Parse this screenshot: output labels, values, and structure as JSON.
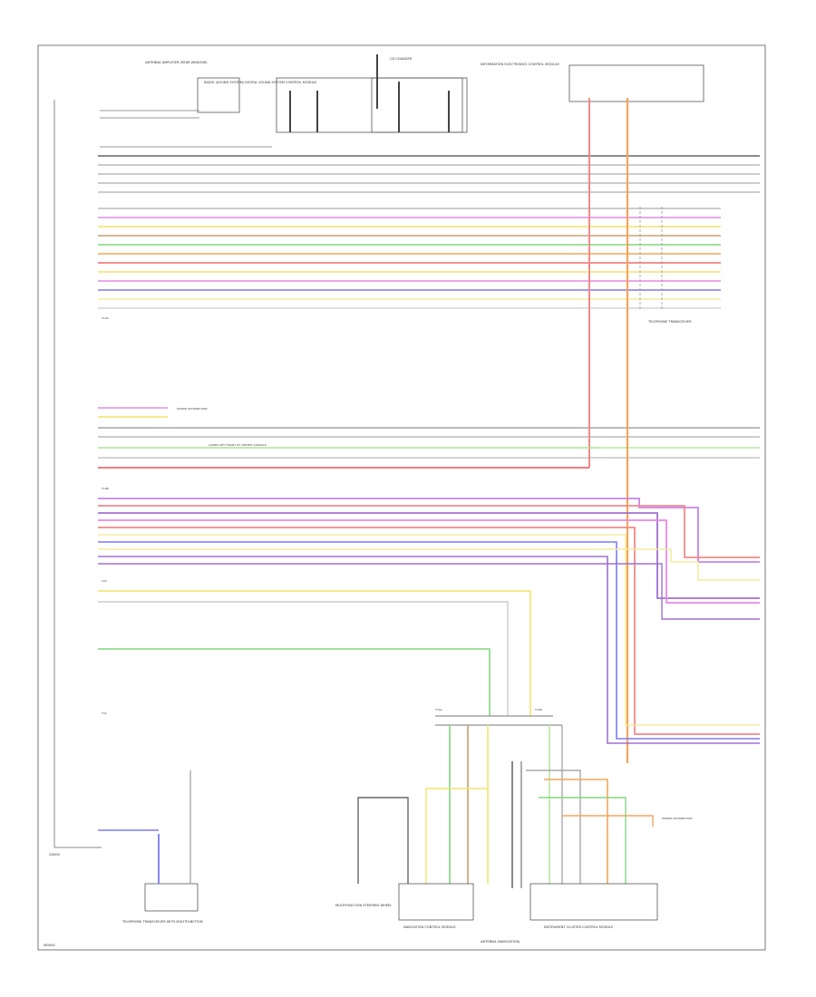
{
  "diagram": {
    "ref_code": "W0000",
    "ground_label": "G0000",
    "top_components": [
      "ANTENNA AMPLIFIER (REAR WINDOW)",
      "RADIO (SOUND SYSTEM)",
      "DIGITAL SOUND SYSTEM CONTROL MODULE",
      "CD CHANGER",
      "INFORMATION ELECTRONICS CONTROL MODULE"
    ],
    "right_component": "TELEPHONE TRANSCEIVER",
    "bottom_components": [
      "TELEPHONE TRANSCEIVER WITH MULTIFUNCTION",
      "MULTIFUNCTION STEERING WHEEL",
      "NAVIGATION CONTROL MODULE",
      "ANTENNA (NAVIGATION)",
      "INSTRUMENT CLUSTER CONTROL MODULE"
    ],
    "splice_labels": [
      "POWER DISTRIBUTION",
      "POWER DISTRIBUTION",
      "LOWER LEFT FRONT OF CENTER CONSOLE"
    ],
    "connectors": [
      "T10A",
      "T10B",
      "T20",
      "T32",
      "T16A",
      "T16B"
    ]
  },
  "colors": {
    "pink": "#f08a8a",
    "orange": "#f5a55a",
    "magenta": "#e58ae5",
    "green": "#7fd87f",
    "lightgreen": "#b7e8a0",
    "yellow": "#f2e46a",
    "lightyellow": "#f3eca0",
    "red": "#f06a6a",
    "purple": "#a070d0",
    "blue": "#7b7bf0",
    "violet": "#c884e8",
    "brown": "#caa070",
    "tan": "#e6d8a8",
    "grey": "#9a9a9a",
    "black": "#555555"
  }
}
